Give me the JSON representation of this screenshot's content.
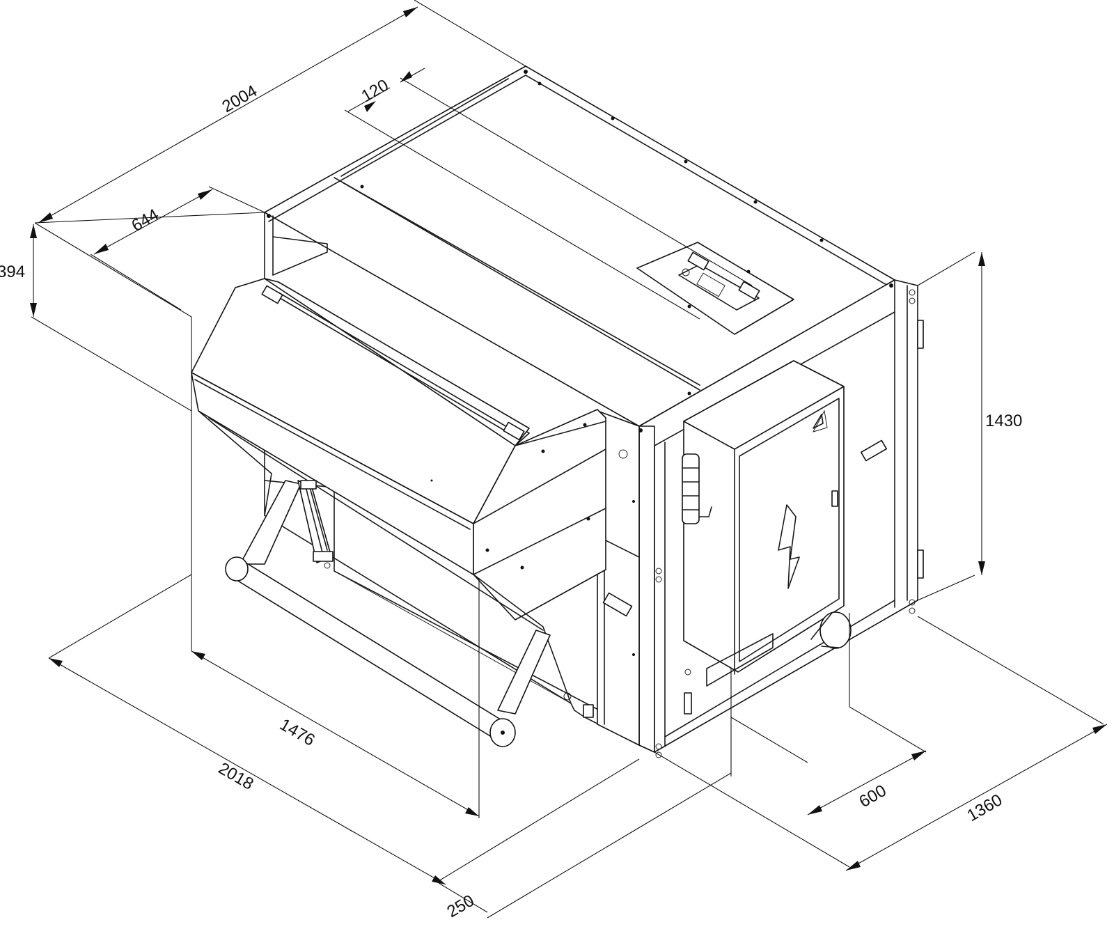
{
  "dimensions": {
    "d_2004": "2004",
    "d_120": "120",
    "d_644": "644",
    "d_394": "394",
    "d_1430": "1430",
    "d_1476": "1476",
    "d_2018": "2018",
    "d_250": "250",
    "d_600": "600",
    "d_1360": "1360"
  },
  "colors": {
    "line": "#111111",
    "background": "#ffffff"
  },
  "icons": [
    "warning-triangle-icon",
    "high-voltage-icon",
    "signal-tower-icon"
  ]
}
